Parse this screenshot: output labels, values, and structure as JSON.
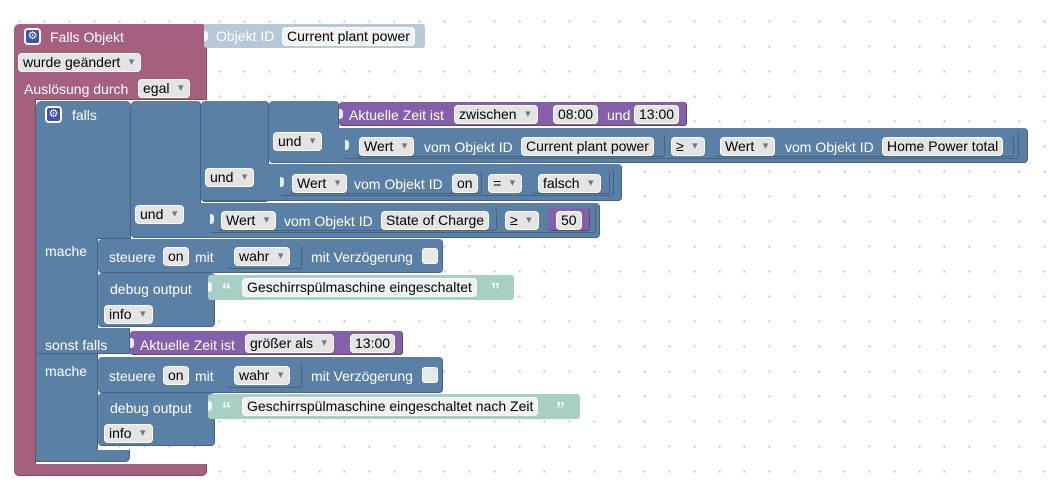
{
  "event_block": {
    "title": "Falls Objekt",
    "object_id_label": "Objekt ID",
    "object_id_value": "Current plant power",
    "changed_dropdown": "wurde geändert",
    "trigger_label": "Auslösung durch",
    "trigger_value": "egal"
  },
  "if_block": {
    "falls_label": "falls",
    "mache_label": "mache",
    "sonst_falls_label": "sonst falls",
    "mache2_label": "mache"
  },
  "and_ops": [
    "und",
    "und",
    "und"
  ],
  "time_between": {
    "label": "Aktuelle Zeit ist",
    "op": "zwischen",
    "start": "08:00",
    "joiner": "und",
    "end": "13:00"
  },
  "compare_power": {
    "left_prop": "Wert",
    "left_label": "vom Objekt ID",
    "left_id": "Current plant power",
    "op": "≥",
    "right_prop": "Wert",
    "right_label": "vom Objekt ID",
    "right_id": "Home Power total"
  },
  "compare_on": {
    "prop": "Wert",
    "label": "vom Objekt ID",
    "id": "on",
    "op": "=",
    "value": "falsch"
  },
  "compare_soc": {
    "prop": "Wert",
    "label": "vom Objekt ID",
    "id": "State of Charge",
    "op": "≥",
    "value": "50"
  },
  "then1": {
    "control_label": "steuere",
    "control_target": "on",
    "with_label": "mit",
    "value": "wahr",
    "delay_label": "mit Verzögerung",
    "debug_label": "debug output",
    "debug_text": "Geschirrspülmaschine eingeschaltet",
    "level": "info"
  },
  "time_greater": {
    "label": "Aktuelle Zeit ist",
    "op": "größer als",
    "value": "13:00"
  },
  "then2": {
    "control_label": "steuere",
    "control_target": "on",
    "with_label": "mit",
    "value": "wahr",
    "delay_label": "mit Verzögerung",
    "debug_label": "debug output",
    "debug_text": "Geschirrspülmaschine eingeschaltet nach Zeit",
    "level": "info"
  },
  "icons": [
    "gear-icon",
    "quote-open-icon",
    "quote-close-icon",
    "chevron-down-icon",
    "checkbox-icon"
  ],
  "colors": {
    "event": "#a5607d",
    "logic": "#5b80a5",
    "time": "#8460a8",
    "string": "#a8cfc4",
    "field": "#e4e4e4",
    "gear": "#3f51b5"
  }
}
